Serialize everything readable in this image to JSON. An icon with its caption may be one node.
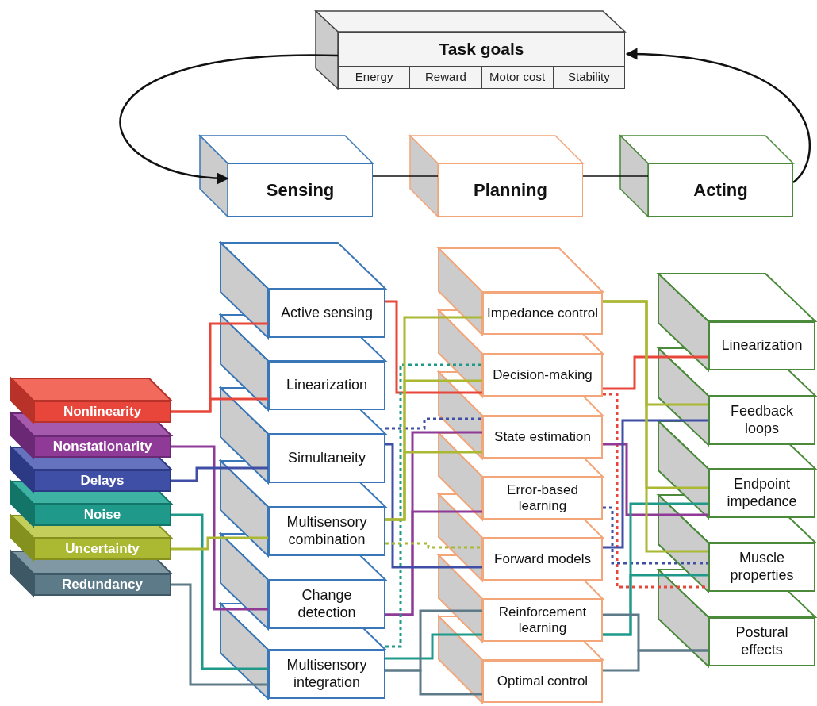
{
  "diagram": {
    "nodes": [
      {
        "text": [
          "Task goals",
          "Energy",
          "Reward",
          "Motor cost",
          "Stability"
        ]
      },
      {
        "text": [
          "Sensing"
        ]
      },
      {
        "text": [
          "Planning"
        ]
      },
      {
        "text": [
          "Acting"
        ]
      },
      {
        "text": [
          "Active sensing"
        ]
      },
      {
        "text": [
          "Linearization"
        ]
      },
      {
        "text": [
          "Simultaneity"
        ]
      },
      {
        "text": [
          "Multisensory combination"
        ]
      },
      {
        "text": [
          "Change detection"
        ]
      },
      {
        "text": [
          "Multisensory integration"
        ]
      },
      {
        "text": [
          "Impedance control"
        ]
      },
      {
        "text": [
          "Decision-making"
        ]
      },
      {
        "text": [
          "State estimation"
        ]
      },
      {
        "text": [
          "Error-based learning"
        ]
      },
      {
        "text": [
          "Forward models"
        ]
      },
      {
        "text": [
          "Reinforcement learning"
        ]
      },
      {
        "text": [
          "Optimal control"
        ]
      },
      {
        "text": [
          "Linearization"
        ]
      },
      {
        "text": [
          "Feedback loops"
        ]
      },
      {
        "text": [
          "Endpoint impedance"
        ]
      },
      {
        "text": [
          "Muscle properties"
        ]
      },
      {
        "text": [
          "Postural effects"
        ]
      },
      {
        "text": [
          "Nonlinearity"
        ]
      },
      {
        "text": [
          "Nonstationarity"
        ]
      },
      {
        "text": [
          "Delays"
        ]
      },
      {
        "text": [
          "Noise"
        ]
      },
      {
        "text": [
          "Uncertainty"
        ]
      },
      {
        "text": [
          "Redundancy"
        ]
      }
    ],
    "edges": [
      {
        "from": 0,
        "to": 1,
        "arrow": "to",
        "color": "#111111"
      },
      {
        "from": 3,
        "to": 0,
        "arrow": "to",
        "color": "#111111"
      },
      {
        "from": 1,
        "to": 2,
        "arrow": "none",
        "color": "#111111"
      },
      {
        "from": 2,
        "to": 3,
        "arrow": "none",
        "color": "#111111"
      },
      {
        "from": 22,
        "to": 4,
        "arrow": "none",
        "color": "#e8463a"
      },
      {
        "from": 22,
        "to": 5,
        "arrow": "none",
        "color": "#e8463a"
      },
      {
        "from": 4,
        "to": 11,
        "arrow": "none",
        "color": "#e8463a"
      },
      {
        "from": 11,
        "to": 17,
        "arrow": "none",
        "color": "#e8463a"
      },
      {
        "from": 11,
        "to": 20,
        "arrow": "none",
        "style": "dashed",
        "color": "#e8463a"
      },
      {
        "from": 23,
        "to": 8,
        "arrow": "none",
        "color": "#8e3a96"
      },
      {
        "from": 8,
        "to": 12,
        "arrow": "none",
        "color": "#8e3a96"
      },
      {
        "from": 8,
        "to": 13,
        "arrow": "none",
        "color": "#8e3a96"
      },
      {
        "from": 12,
        "to": 19,
        "arrow": "none",
        "color": "#8e3a96"
      },
      {
        "from": 24,
        "to": 6,
        "arrow": "none",
        "color": "#3f4fa6"
      },
      {
        "from": 6,
        "to": 14,
        "arrow": "none",
        "color": "#3f4fa6"
      },
      {
        "from": 6,
        "to": 12,
        "arrow": "none",
        "style": "dashed",
        "color": "#3f4fa6"
      },
      {
        "from": 14,
        "to": 18,
        "arrow": "none",
        "color": "#3f4fa6"
      },
      {
        "from": 13,
        "to": 20,
        "arrow": "none",
        "style": "dashed",
        "color": "#3f4fa6"
      },
      {
        "from": 25,
        "to": 9,
        "arrow": "none",
        "color": "#1f9a8a"
      },
      {
        "from": 9,
        "to": 15,
        "arrow": "none",
        "color": "#1f9a8a"
      },
      {
        "from": 9,
        "to": 11,
        "arrow": "none",
        "style": "dashed",
        "color": "#1f9a8a"
      },
      {
        "from": 15,
        "to": 19,
        "arrow": "none",
        "color": "#1f9a8a"
      },
      {
        "from": 15,
        "to": 20,
        "arrow": "none",
        "color": "#1f9a8a"
      },
      {
        "from": 26,
        "to": 7,
        "arrow": "none",
        "color": "#aab832"
      },
      {
        "from": 7,
        "to": 10,
        "arrow": "none",
        "color": "#aab832"
      },
      {
        "from": 7,
        "to": 11,
        "arrow": "none",
        "color": "#aab832"
      },
      {
        "from": 7,
        "to": 12,
        "arrow": "none",
        "color": "#aab832"
      },
      {
        "from": 7,
        "to": 14,
        "arrow": "none",
        "style": "dashed",
        "color": "#aab832"
      },
      {
        "from": 10,
        "to": 18,
        "arrow": "none",
        "color": "#aab832"
      },
      {
        "from": 10,
        "to": 19,
        "arrow": "none",
        "color": "#aab832"
      },
      {
        "from": 10,
        "to": 20,
        "arrow": "none",
        "color": "#aab832"
      },
      {
        "from": 27,
        "to": 9,
        "arrow": "none",
        "color": "#5c7a88"
      },
      {
        "from": 9,
        "to": 15,
        "arrow": "none",
        "color": "#5c7a88"
      },
      {
        "from": 9,
        "to": 16,
        "arrow": "none",
        "color": "#5c7a88"
      },
      {
        "from": 15,
        "to": 21,
        "arrow": "none",
        "color": "#5c7a88"
      },
      {
        "from": 16,
        "to": 21,
        "arrow": "none",
        "color": "#5c7a88"
      }
    ]
  }
}
